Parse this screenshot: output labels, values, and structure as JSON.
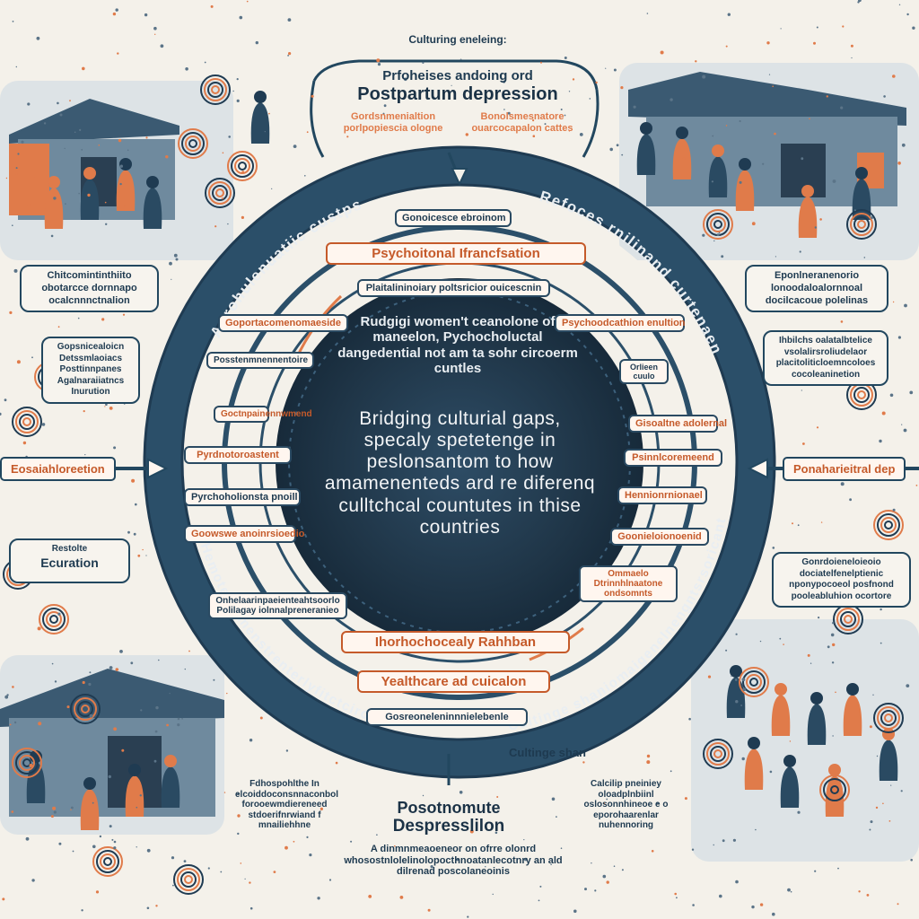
{
  "header": {
    "top_label": "Culturing eneleing:",
    "title_sub": "Prfoheises andoing ord",
    "title_main": "Postpartum depression",
    "left_note": "Gordsnmenialtion porlpopiescia ologne",
    "right_note": "Bonolsmesnatore ouarcocapalon cattes"
  },
  "ring": {
    "top_left": "Anrohulenuatiic custps",
    "top_right": "Refoces rnilinand curtenaen",
    "left_side": "Cestngrotormitmiulty gnolerss",
    "right_side": "Euragehe ee udsongitcaes",
    "bottom_left": "Hemoterpumenstrenterlyfitctcirow",
    "bottom_right": "Cultinge shaniomaigenelnengntsrsoricant",
    "bottom_arrow_label": "Cultinge shan"
  },
  "inner_pills": [
    "Gonoicesce ebroinom",
    "Psychoitonal Ifrancfsation",
    "Plaitalininoiary poltsricior ouicescnin",
    "Goportacomenomaeside",
    "Psychoodcathion enultion",
    "Posstenmnennentoire",
    "Goctnpainennwmend",
    "Gisoaltne adolernal",
    "Pyrdnotoroastent",
    "Psinnlcoremeend",
    "Pyrchoholionsta pnoill",
    "Hennionrnionael",
    "Goowswe anoinrsioedio",
    "Goonieloionoenid",
    "Onhelaarinpaeienteahtsoorlo Polilagay iolnnalpreneranieo",
    "Ommaelo Dtrinnhlnaatone ondsomnts",
    "Ihorhochocealy Rahhban",
    "Yealthcare ad cuicalon",
    "Gosreoneleninnnielebenle"
  ],
  "center": {
    "para1": "Rudgigi women't ceanolone of maneelon, Pychocholuctal dangedential not am ta sohr circoerm cuntles",
    "para2": "Bridging culturial gaps, specaly spetetenge in peslonsantom to how amamenenteds ard re diferenq culltchcal countutes in thise countries",
    "side_badge": "Orlieen cuulo"
  },
  "side_boxes": {
    "left_upper": "Chitcomintinthiito obotarcce dornnapo ocalcnnnctnalion",
    "left_mid": "Gopsnicealoicn Detssmlaoiacs Posttinnpanes Agalnaraiiatncs Inurution",
    "left_arrow": "Eosaiahloreetion",
    "left_lower": "Restolte",
    "left_lower_main": "Ecuration",
    "right_upper": "Eponlneranenorio lonoodaloalornnoal docilcacoue polelinas",
    "right_mid": "Ihbilchs oalatalbtelice vsolalirsroliudelaor placitoliticloemncoloes cocoleaninetion",
    "right_arrow": "Ponaharieitral dep",
    "right_lower": "Gonrdoieneloieoio dociatelfenelptienic nponypocoeol posfnond pooleabluhion ocortore"
  },
  "footer": {
    "left_note": "Fdhospohlthe In elcoiddoconsnnaconbol forooewmdiereneed stdoerifnrwiand f mnailiehhne",
    "title_top": "Posotnomute",
    "title_main": "Despresslilon",
    "desc": "A dinmnmeaoeneor on ofrre olonrd whosostnlolelinolopocthnoatanlecotnry an ald dilrenad poscolaneoinis",
    "right_note": "Calcilip pneiniey oloadplnbiinl oslosonnhineoe e o eporohaarenlar nuhennoring"
  },
  "colors": {
    "ring": "#2b4f69",
    "ring_dark": "#1f3b52",
    "accent": "#e07b4a",
    "center": "#1f3547",
    "paper": "#f4f1ea"
  }
}
